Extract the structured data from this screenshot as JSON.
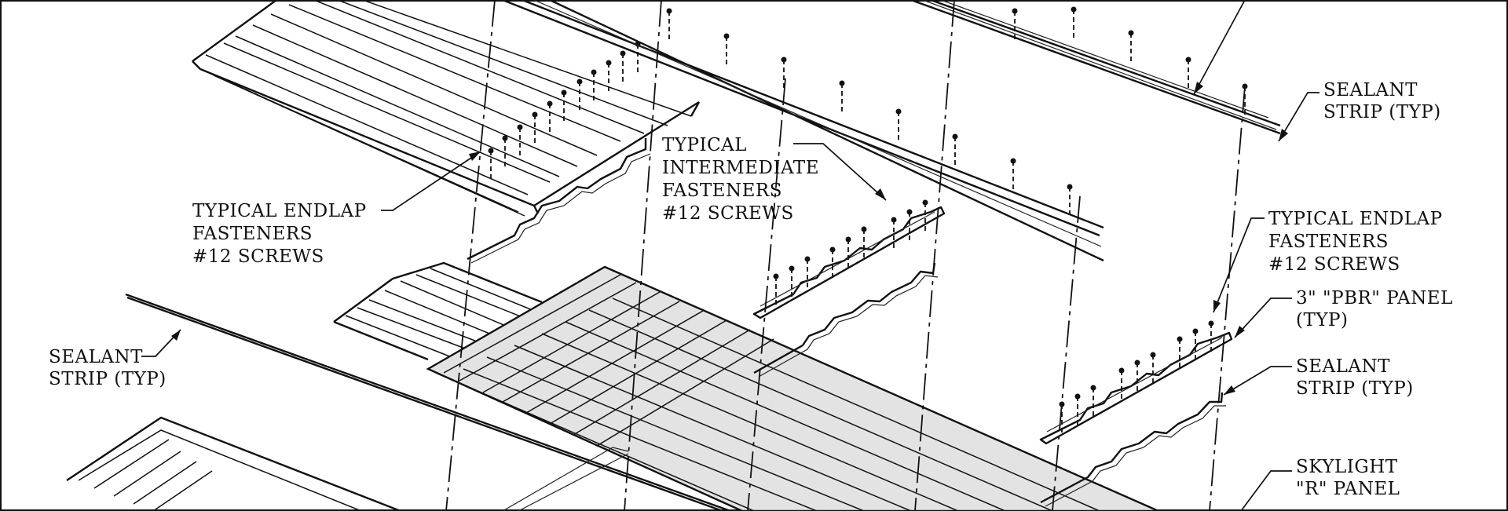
{
  "labels": {
    "sealant_top_right": [
      "SEALANT",
      "STRIP (TYP)"
    ],
    "intermediate_fasteners": [
      "TYPICAL",
      "INTERMEDIATE",
      "FASTENERS",
      "#12 SCREWS"
    ],
    "endlap_left": [
      "TYPICAL ENDLAP",
      "FASTENERS",
      "#12 SCREWS"
    ],
    "endlap_right": [
      "TYPICAL ENDLAP",
      "FASTENERS",
      "#12 SCREWS"
    ],
    "pbr_panel": [
      "3\" \"PBR\" PANEL",
      "(TYP)"
    ],
    "sealant_mid_right": [
      "SEALANT",
      "STRIP (TYP)"
    ],
    "sealant_left": [
      "SEALANT",
      "STRIP (TYP)"
    ],
    "skylight_panel": [
      "SKYLIGHT",
      "\"R\" PANEL"
    ]
  },
  "colors": {
    "line": "#111111",
    "skylight_fill": "#e3e3e3",
    "background": "#ffffff"
  }
}
